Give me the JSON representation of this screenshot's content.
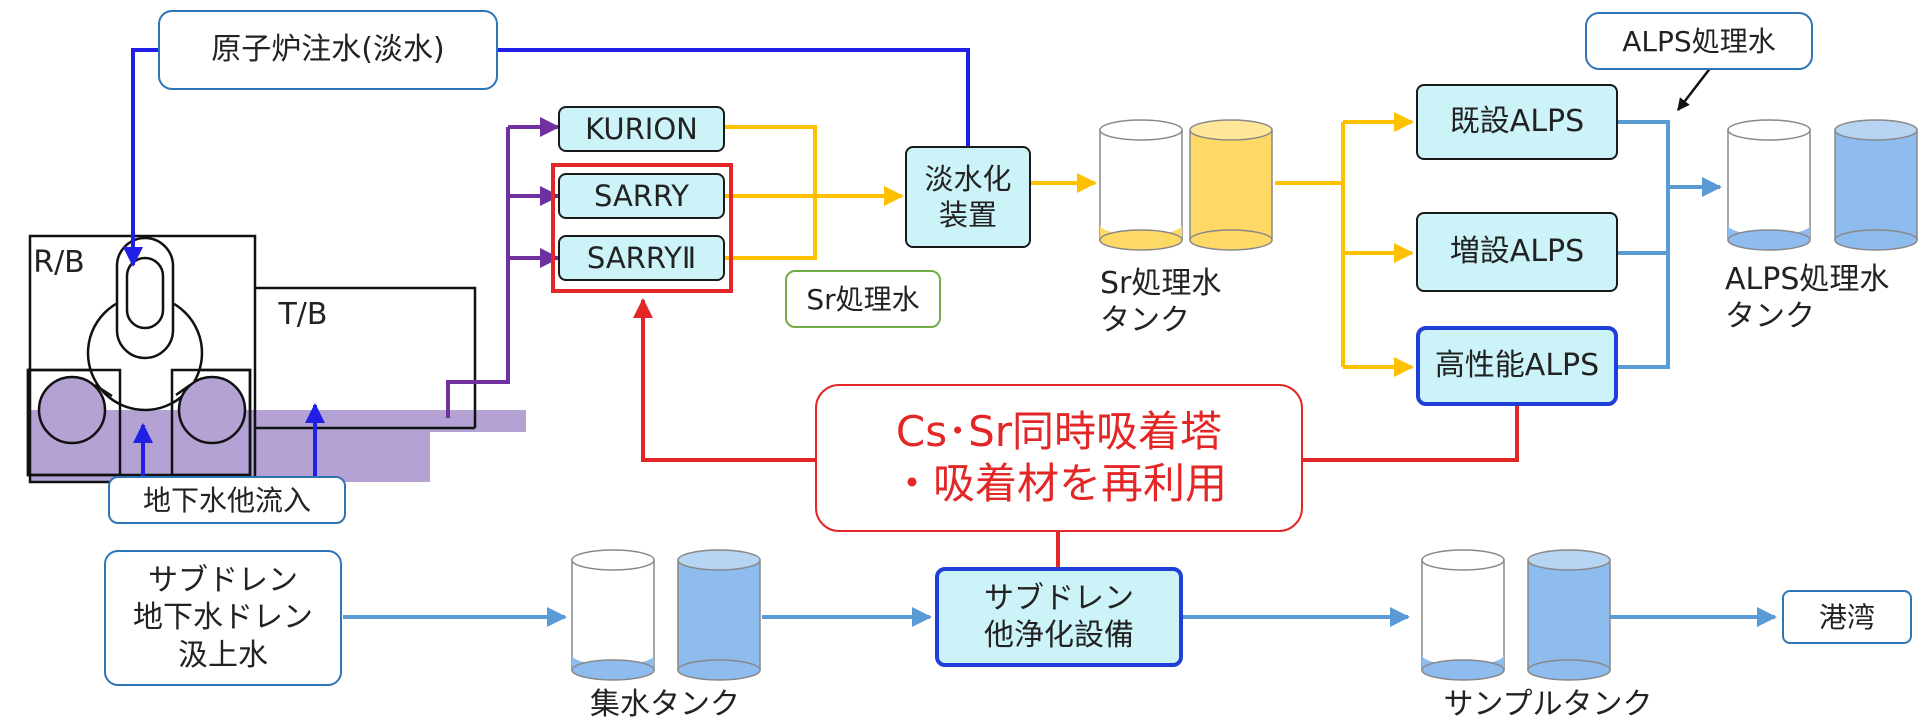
{
  "labels": {
    "freshwater_injection": "原子炉注水(淡水)",
    "kurion": "KURION",
    "sarry": "SARRY",
    "sarry2": "SARRYⅡ",
    "desalination": "淡水化\n装置",
    "sr_water": "Sr処理水",
    "sr_tank": "Sr処理水\nタンク",
    "existing_alps": "既設ALPS",
    "additional_alps": "増設ALPS",
    "high_perf_alps": "高性能ALPS",
    "alps_water": "ALPS処理水",
    "alps_tank": "ALPS処理水\nタンク",
    "rb": "R/B",
    "tb": "T/B",
    "groundwater_inflow": "地下水他流入",
    "cs_sr_reuse": "Cs･Sr同時吸着塔\n・吸着材を再利用",
    "subdrain_source": "サブドレン\n地下水ドレン\n汲上水",
    "collection_tank": "集水タンク",
    "subdrain_facility": "サブドレン\n他浄化設備",
    "sample_tank": "サンプルタンク",
    "harbor": "港湾"
  },
  "colors": {
    "blue_line": "#1f1fe6",
    "purple_line": "#7030a0",
    "orange_line": "#ffc000",
    "light_blue_line": "#5b9bd5",
    "red_line": "#e32626",
    "water_purple": "#b4a2d4",
    "sr_water_fill": "#ffd966",
    "alps_water_fill": "#8fbcee",
    "box_fill": "#ccf3f7"
  },
  "icons": [
    "arrow-icon",
    "tank-icon",
    "reactor-vessel-icon"
  ]
}
